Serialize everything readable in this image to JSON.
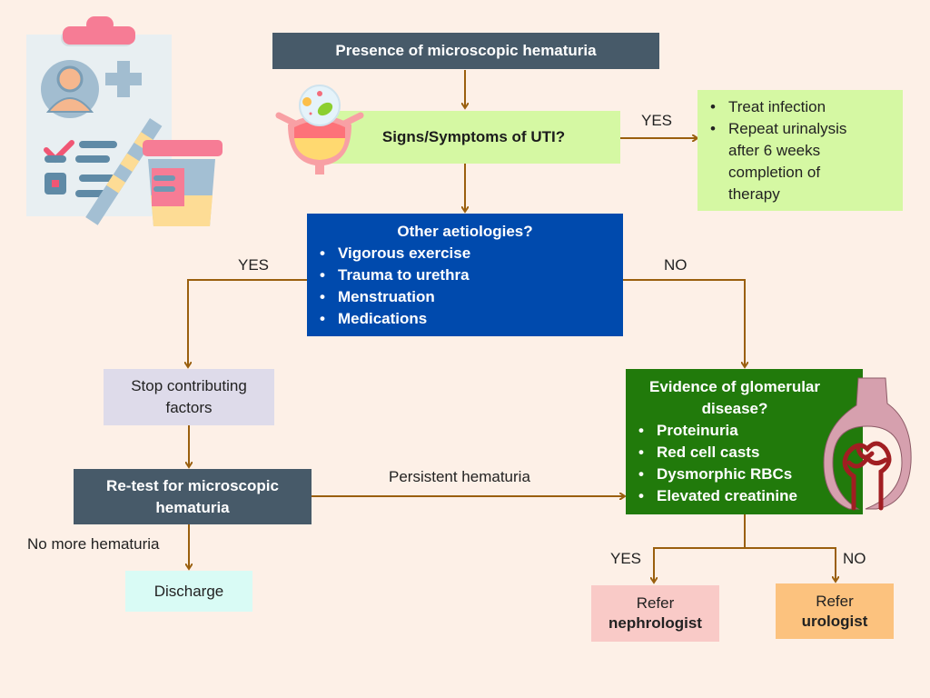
{
  "title": "Microscopic hematuria evaluation flowchart",
  "colors": {
    "background": "#fdf0e7",
    "arrow": "#9a5f0e",
    "start_box": "#475a69",
    "uti_box": "#d5f8a3",
    "treat_box": "#d5f8a3",
    "aetiology_box": "#004aad",
    "stop_box": "#dedbea",
    "retest_box": "#475a69",
    "discharge_box": "#d9fbf5",
    "glomerular_box": "#217a0b",
    "nephrologist_box": "#f9cac7",
    "urologist_box": "#fcc27e"
  },
  "nodes": {
    "start": "Presence of microscopic hematuria",
    "uti": "Signs/Symptoms of UTI?",
    "treat": [
      "Treat infection",
      "Repeat urinalysis after 6 weeks completion of therapy"
    ],
    "aetiology": {
      "title": "Other aetiologies?",
      "items": [
        "Vigorous exercise",
        "Trauma to urethra",
        "Menstruation",
        "Medications"
      ]
    },
    "stop": "Stop contributing factors",
    "retest": "Re-test for microscopic hematuria",
    "discharge": "Discharge",
    "glomerular": {
      "title": "Evidence of glomerular disease?",
      "items": [
        "Proteinuria",
        "Red cell casts",
        "Dysmorphic RBCs",
        "Elevated creatinine"
      ]
    },
    "nephrologist": {
      "line1": "Refer",
      "line2": "nephrologist"
    },
    "urologist": {
      "line1": "Refer",
      "line2": "urologist"
    }
  },
  "edge_labels": {
    "uti_yes": "YES",
    "aetiology_yes": "YES",
    "aetiology_no": "NO",
    "persistent": "Persistent hematuria",
    "no_more": "No more hematuria",
    "glomerular_yes": "YES",
    "glomerular_no": "NO"
  },
  "icons": [
    "clipboard-urine-test-icon",
    "bladder-bacteria-icon",
    "glomerulus-icon"
  ]
}
